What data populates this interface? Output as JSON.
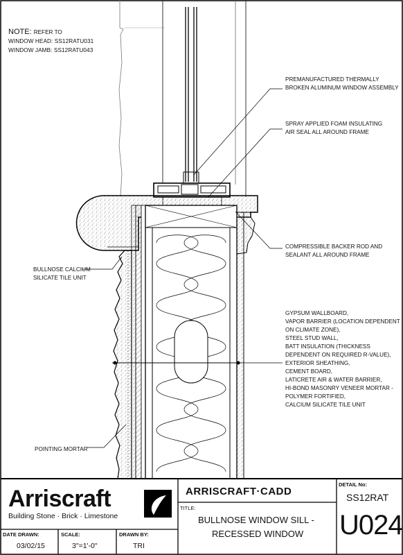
{
  "note": {
    "heading": "NOTE:",
    "heading_suffix": "REFER TO",
    "lines": [
      "WINDOW HEAD: SS12RATU031",
      "WINDOW JAMB: SS12RATU043"
    ]
  },
  "callouts": {
    "window_assembly": "PREMANUFACTURED THERMALLY\nBROKEN ALUMINUM WINDOW ASSEMBLY",
    "foam_seal": "SPRAY APPLIED FOAM INSULATING\nAIR SEAL ALL AROUND FRAME",
    "backer_rod": "COMPRESSIBLE BACKER ROD AND\nSEALANT ALL AROUND FRAME",
    "bullnose_tile": "BULLNOSE CALCIUM\nSILICATE TILE UNIT",
    "wall_assembly": "GYPSUM WALLBOARD,\nVAPOR BARRIER (LOCATION DEPENDENT\nON CLIMATE ZONE),\nSTEEL STUD WALL,\nBATT INSULATION (THICKNESS\nDEPENDENT ON REQUIRED R-VALUE),\nEXTERIOR SHEATHING,\nCEMENT BOARD,\nLATICRETE AIR & WATER BARRIER,\nHI-BOND MASONRY VENEER MORTAR -\nPOLYMER FORTIFIED,\nCALCIUM SILICATE TILE UNIT",
    "pointing_mortar": "POINTING MORTAR"
  },
  "title_block": {
    "logo_text": "Arriscraft",
    "logo_tagline": "Building Stone · Brick · Limestone",
    "cadd_label": "ARRISCRAFT·CADD",
    "title_label": "TITLE:",
    "title_line1": "BULLNOSE WINDOW SILL -",
    "title_line2": "RECESSED WINDOW",
    "detail_label": "DETAIL No:",
    "detail_prefix": "SS12RAT",
    "detail_number": "U024",
    "date_label": "DATE DRAWN:",
    "date_value": "03/02/15",
    "scale_label": "SCALE:",
    "scale_value": "3\"=1'-0\"",
    "drawn_label": "DRAWN BY:",
    "drawn_value": "TRI"
  }
}
